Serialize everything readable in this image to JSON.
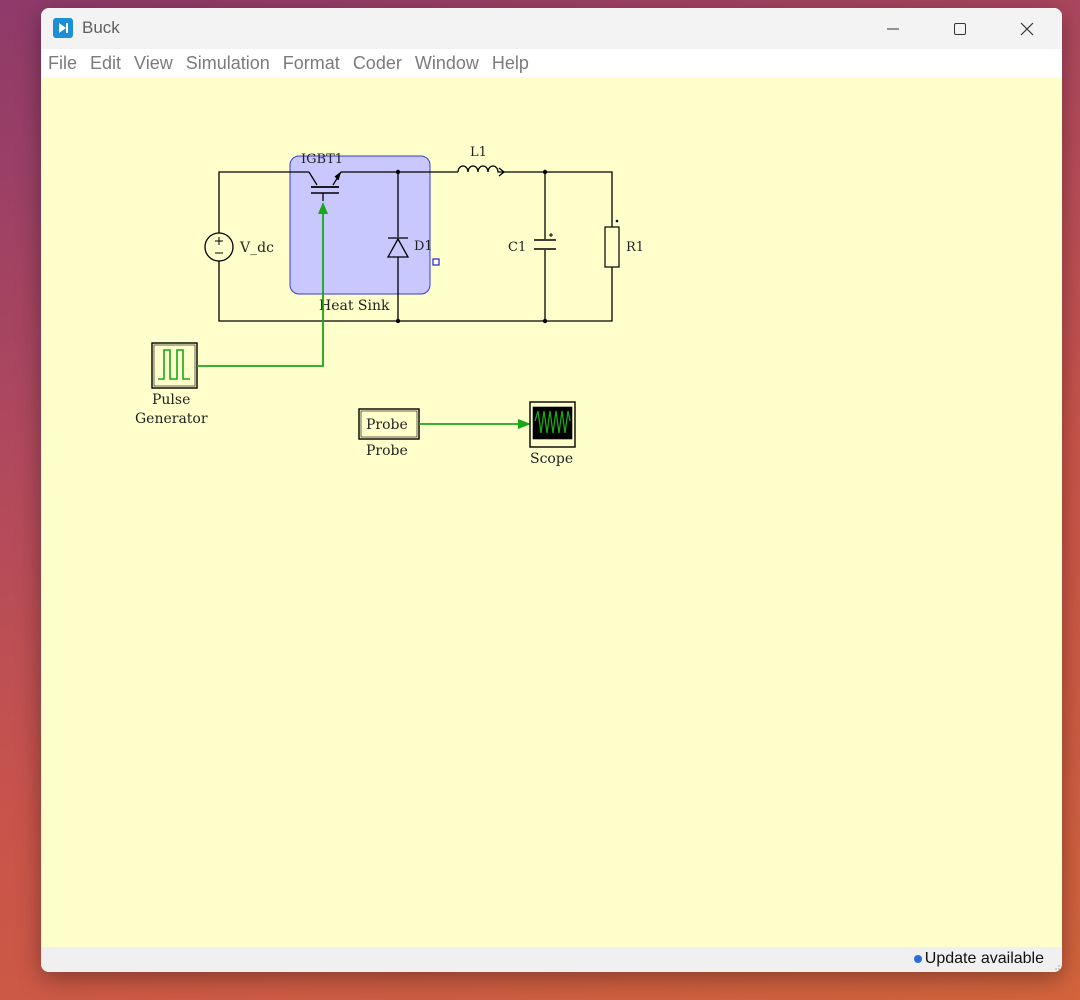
{
  "window": {
    "title": "Buck"
  },
  "menu": [
    "File",
    "Edit",
    "View",
    "Simulation",
    "Format",
    "Coder",
    "Window",
    "Help"
  ],
  "schematic": {
    "igbt_label": "IGBT1",
    "diode_label": "D1",
    "inductor_label": "L1",
    "capacitor_label": "C1",
    "resistor_label": "R1",
    "source_label": "V_dc",
    "heatsink_label": "Heat Sink",
    "pulse_label_line1": "Pulse",
    "pulse_label_line2": "Generator",
    "probe_block_text": "Probe",
    "probe_label": "Probe",
    "scope_label": "Scope"
  },
  "status": {
    "update_text": "Update available"
  },
  "colors": {
    "canvas": "#ffffcc",
    "heatsink_fill": "#c8c8ff",
    "heatsink_border": "#3a3ad6",
    "signal_wire": "#1aa61a",
    "status_dot": "#2a6fd6"
  }
}
